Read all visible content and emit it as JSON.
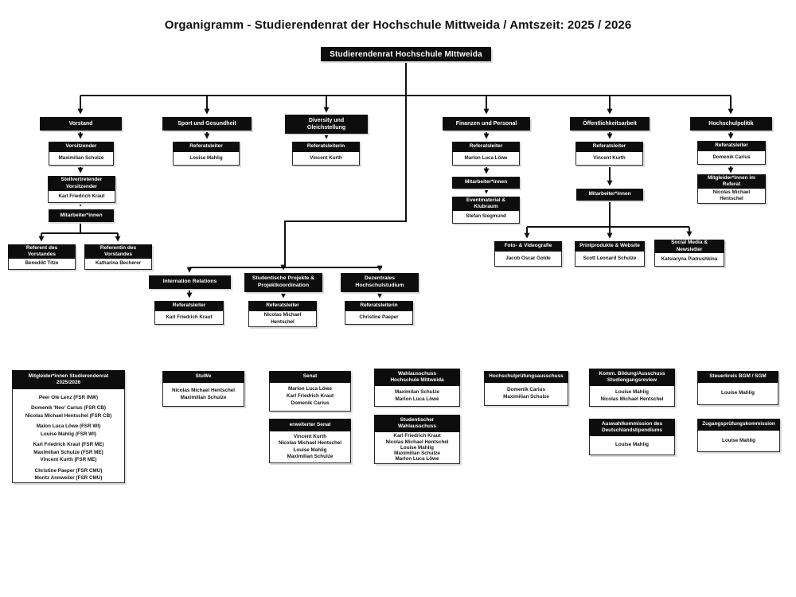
{
  "title": "Organigramm - Studierendenrat der Hochschule Mittweida / Amtszeit: 2025 / 2026",
  "root_label": "Studierendenrat Hochschule MIttweida",
  "colors": {
    "box_black": "#0d0d0d",
    "line": "#111111",
    "body_border": "#2a2a2a"
  },
  "nodes": {
    "vorstand": {
      "title": "Vorstand"
    },
    "sport": {
      "title": "Sport und Gesundheit"
    },
    "diversity": {
      "title": "Diversity und\nGleichstellung"
    },
    "finanzen": {
      "title": "Finanzen und Personal"
    },
    "oeffentlichkeit": {
      "title": "Öffentlichkeitsarbeit"
    },
    "hochschulpolitik": {
      "title": "Hochschulpolitik"
    },
    "vorsitzender": {
      "role": "Vorsitzender",
      "name": "Maximilian Schulze"
    },
    "stellv_vorsitzender": {
      "role": "Stellvertretender\nVorsitzender",
      "name": "Karl Friedrich Kraut"
    },
    "vorstand_mitarbeiter": {
      "role": "Mitarbeiter*innen"
    },
    "referent_vorstand": {
      "role": "Referent des\nVorstandes",
      "name": "Benedikt Titze"
    },
    "referentin_vorstand": {
      "role": "Referentin des\nVorstandes",
      "name": "Katharina Becherer"
    },
    "sport_leiter": {
      "role": "Referatsleiter",
      "name": "Louise Mahlig"
    },
    "diversity_leiterin": {
      "role": "Referatsleiterin",
      "name": "Vincent Kurth"
    },
    "finanzen_leiter": {
      "role": "Referatsleiter",
      "name": "Marlon Luca Löwe"
    },
    "finanzen_mitarbeiter": {
      "role": "Mitarbeiter*innen"
    },
    "eventmaterial": {
      "role": "Eventmaterial &\nKlubraum",
      "name": "Stefan Siegmund"
    },
    "oeff_leiter": {
      "role": "Referatsleiter",
      "name": "Vincent Kurth"
    },
    "oeff_mitarbeiter": {
      "role": "Mitarbeiter*innen"
    },
    "foto": {
      "role": "Foto- & Videografie",
      "name": "Jacob Oscar Golde"
    },
    "print": {
      "role": "Printprodukte & Website",
      "name": "Scott Leonard Schulze"
    },
    "social": {
      "role": "Social Media &\nNewsletter",
      "name": "Katsiaryna Piatrushkina"
    },
    "hsp_leiter": {
      "role": "Referatsleiter",
      "name": "Domenik Carius"
    },
    "hsp_mitglieder": {
      "role": "Mitgleider*innen im\nReferat",
      "name": "Nicolas Michael\nHentschel"
    },
    "international": {
      "title": "Internation Relations"
    },
    "projekte": {
      "title": "Studentische Projekte &\nProjektkoordination"
    },
    "dezentral": {
      "title": "Dezentrales\nHochschulstudium"
    },
    "international_leiter": {
      "role": "Referatsleiter",
      "name": "Karl Friedrich Kraut"
    },
    "projekte_leiter": {
      "role": "Referatsleiter",
      "name": "Nicolas Michael\nHentschel"
    },
    "dezentral_leiterin": {
      "role": "Referatsleiterin",
      "name": "Christine Paeper"
    }
  },
  "committees": {
    "mitglieder": {
      "title": "Mitgleider*innen Studierendenrat\n2025/2026",
      "groups": [
        "Peer Ole Lenz (FSR INW)",
        "Domenik 'Neo' Carius (FSR CB)\nNicolas Michael Hentschel (FSR CB)",
        "Malon Luca Löwe (FSR WI)\nLouise Mahlig (FSR WI)",
        "Karl Friedrich Kraut (FSR ME)\nMaximilian Schulze (FSR ME)\nVincent Kurth (FSR ME)",
        "Christine Paeper (FSR CMU)\nMoritz Annweiler (FSR CMU)"
      ]
    },
    "stuwe": {
      "title": "StuWe",
      "members": "Nicolas Michael Hentschel\nMaximilian Schulze"
    },
    "senat": {
      "title": "Senat",
      "members": "Marlon Luca Löwe\nKarl Friedrich Kraut\nDomenik Carius"
    },
    "erw_senat": {
      "title": "erweiterter Senat",
      "members": "Vincent Kurth\nNicolas Michael Hentschel\nLouise Mahlig\nMaximilian Schulze"
    },
    "wahl_hsmw": {
      "title": "Wahlausschuss\nHochschule Mittweida",
      "members": "Maximilan Schulze\nMarlon Luca Löwe"
    },
    "stud_wahl": {
      "title": "Studentischer\nWahlausschuss",
      "members": "Karl Friedrich Kraut\nNicolas Michael Hentschel\nLouise Mahlig\nMaximilian Schulze\nMarlon Luca Löwe"
    },
    "pruefung": {
      "title": "Hochschulprüfungsausschuss",
      "members": "Domenik Carius\nMaximilian Schulze"
    },
    "komm_bildung": {
      "title": "Komm. Bildung/Ausschuss\nStudiengangsreview",
      "members": "Louise Mahlig\nNicolas Michael Hentschel"
    },
    "auswahl": {
      "title": "Auswahlkommission des\nDeutschlandstipendiums",
      "members": "Louise Mahlig"
    },
    "steuerkreis": {
      "title": "Steuerkreis BGM / SGM",
      "members": "Louise Mahlig"
    },
    "zugang": {
      "title": "Zugangsprüfungskommission",
      "members": "Louise Mahlig"
    }
  }
}
